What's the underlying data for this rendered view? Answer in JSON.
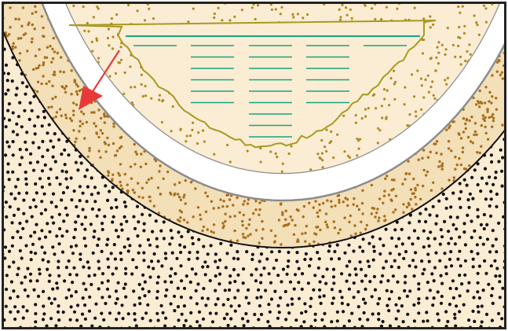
{
  "diagram": {
    "layers": [
      {
        "id": "native-soil",
        "icon": "black-dot-pattern"
      },
      {
        "id": "drainage-layer",
        "icon": "brown-dot-pattern"
      },
      {
        "id": "liner",
        "icon": "white-band"
      },
      {
        "id": "fill-material",
        "icon": "light-sand-pattern"
      },
      {
        "id": "water",
        "icon": "teal-lines"
      },
      {
        "id": "flow-arrow",
        "icon": "red-arrow"
      }
    ],
    "colors": {
      "background": "#fbecd4",
      "soil_dot": "#111111",
      "drainage_fill": "#f3dfb8",
      "drainage_dot": "#a8701c",
      "liner": "#ffffff",
      "liner_edge": "#8c8c8c",
      "fill_dot": "#b08a22",
      "fill_edge": "#a89a20",
      "water_line": "#1aa37f",
      "arrow": "#e8393a",
      "frame": "#222222"
    }
  }
}
